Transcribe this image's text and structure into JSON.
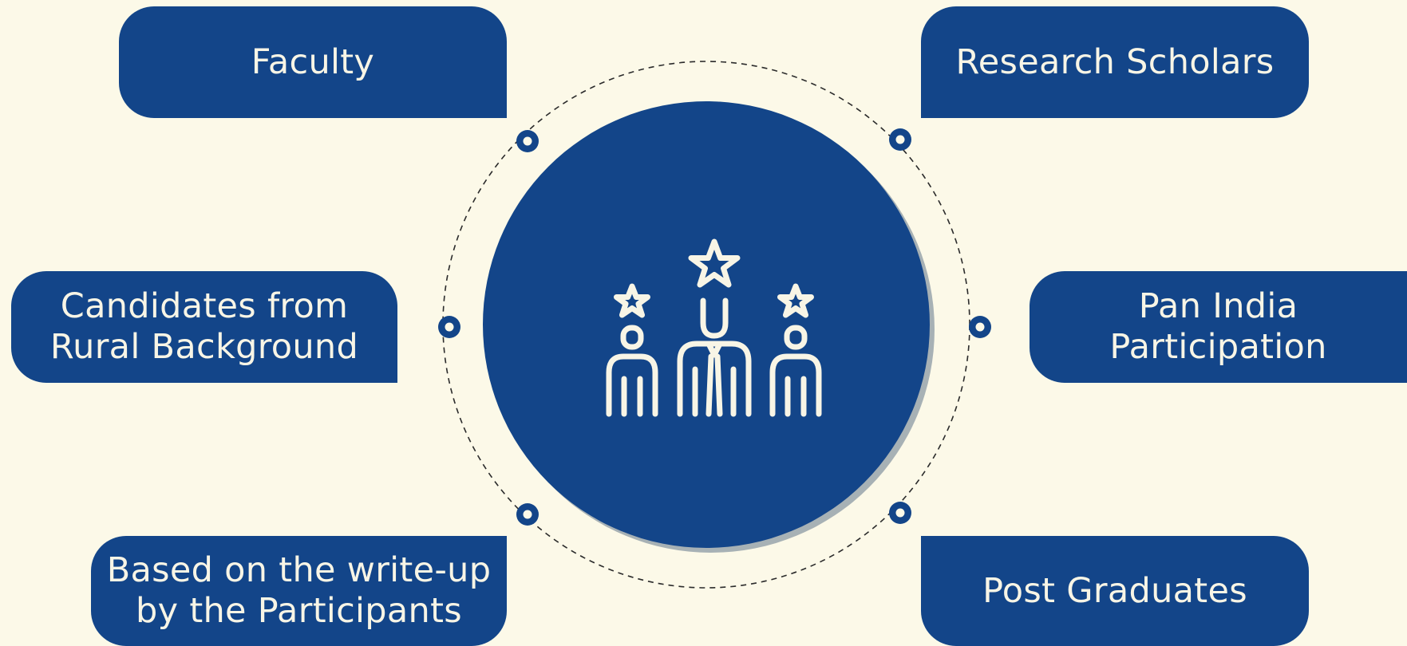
{
  "colors": {
    "background": "#fcf9e8",
    "primary": "#134589",
    "text_light": "#f8f5e6"
  },
  "center": {
    "icon": "team-with-stars-icon"
  },
  "boxes": {
    "faculty": {
      "lines": [
        "Faculty"
      ]
    },
    "research_scholars": {
      "lines": [
        "Research Scholars"
      ]
    },
    "rural": {
      "lines": [
        "Candidates from",
        "Rural Background"
      ]
    },
    "pan_india": {
      "lines": [
        "Pan India",
        "Participation"
      ]
    },
    "writeup": {
      "lines": [
        "Based on the write-up",
        "by the Participants"
      ]
    },
    "post_graduates": {
      "lines": [
        "Post Graduates"
      ]
    }
  },
  "connectors": {
    "count": 6,
    "style": "dashed-orbit"
  }
}
